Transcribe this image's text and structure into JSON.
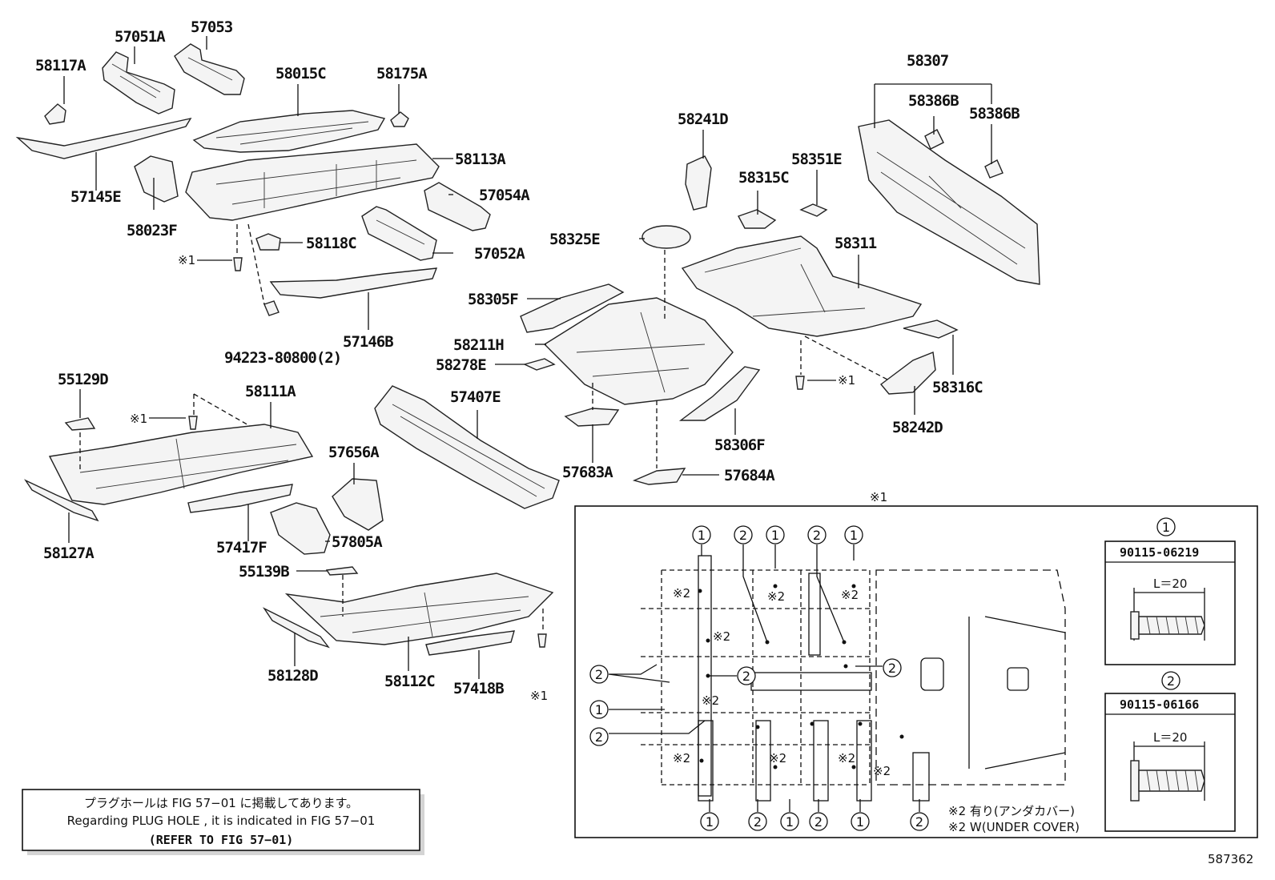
{
  "diagram": {
    "title": "",
    "figure_id": "587362",
    "parts": [
      "58117A",
      "57051A",
      "57053",
      "58015C",
      "58175A",
      "57145E",
      "58023F",
      "58113A",
      "57054A",
      "58118C",
      "57052A",
      "57146B",
      "94223-80800(2)",
      "58241D",
      "58351E",
      "58315C",
      "58325E",
      "58311",
      "58307",
      "58386B",
      "58305F",
      "58211H",
      "58278E",
      "58316C",
      "58242D",
      "58306F",
      "57683A",
      "57684A",
      "55129D",
      "58111A",
      "57656A",
      "57407E",
      "57805A",
      "58127A",
      "57417F",
      "55139B",
      "58128D",
      "58112C",
      "57418B"
    ],
    "mark1": "※1",
    "mark2": "※2",
    "circle1": "①",
    "circle2": "②",
    "num1": "1",
    "num2": "2"
  },
  "legend": {
    "header": "※1",
    "bolt1_part": "90115-06219",
    "bolt1_len": "L＝20",
    "bolt2_part": "90115-06166",
    "bolt2_len": "L＝20",
    "note_jp": "※2 有り(アンダカバー)",
    "note_en": "※2 W(UNDER COVER)"
  },
  "note": {
    "jp": "プラグホールは FIG 57−01 に掲載してあります。",
    "en": "Regarding  PLUG  HOLE , it is indicated in  FIG  57−01",
    "ref": "(REFER  TO  FIG  57−01)"
  }
}
